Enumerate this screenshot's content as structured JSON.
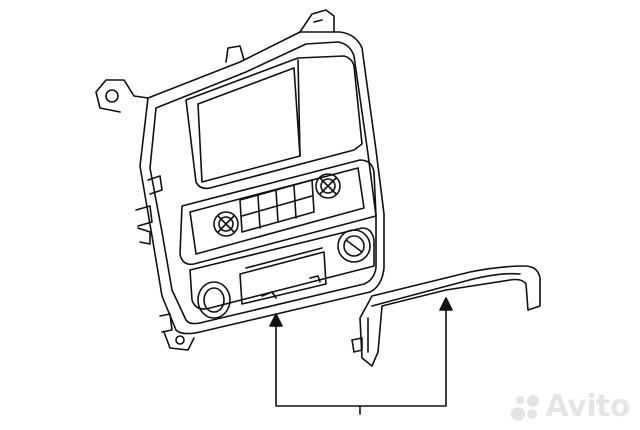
{
  "diagram": {
    "parts": [
      "center-console-bezel",
      "trim-strip"
    ],
    "callout_count": 2
  },
  "watermark": {
    "text": "Avito",
    "color": "#cfcfcf"
  }
}
